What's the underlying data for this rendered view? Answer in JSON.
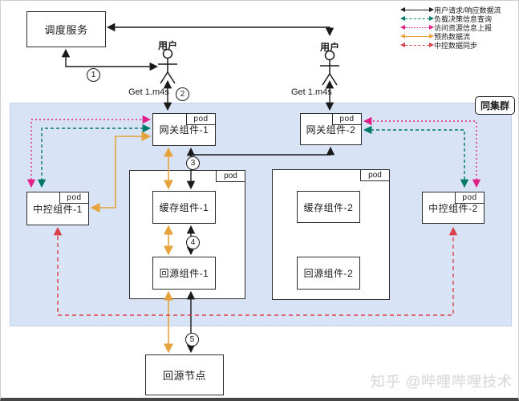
{
  "diagram": {
    "scheduler_label": "调度服务",
    "cluster_label": "同集群",
    "pod_tag": "pod",
    "users": [
      {
        "label": "用户"
      },
      {
        "label": "用户"
      }
    ],
    "request_labels": [
      "Get 1.m4s",
      "Get 1.m4s"
    ],
    "steps": [
      "1",
      "2",
      "3",
      "4",
      "5"
    ],
    "nodes": {
      "gateway1": "网关组件-1",
      "gateway2": "网关组件-2",
      "control1": "中控组件-1",
      "control2": "中控组件-2",
      "cache1": "缓存组件-1",
      "cache2": "缓存组件-2",
      "origin1": "回源组件-1",
      "origin2": "回源组件-2",
      "origin_node": "回源节点"
    }
  },
  "legend": {
    "items": [
      {
        "label": "用户请求/响应数据流",
        "color": "#1a1a1a",
        "style": "solid"
      },
      {
        "label": "负载决策信息查询",
        "color": "#00796b",
        "style": "dashed"
      },
      {
        "label": "访问资源信息上报",
        "color": "#e0218a",
        "style": "dotted"
      },
      {
        "label": "预热数据流",
        "color": "#e6a23c",
        "style": "solid"
      },
      {
        "label": "中控数据同步",
        "color": "#d9404a",
        "style": "dashed"
      }
    ]
  },
  "colors": {
    "cluster_background": "#d9e3f6",
    "user_flow": "#1a1a1a",
    "load_query": "#00796b",
    "resource_report": "#e0218a",
    "preheat_flow": "#e6a23c",
    "control_sync": "#d9404a"
  },
  "watermark": "知乎 @哔哩哔哩技术"
}
